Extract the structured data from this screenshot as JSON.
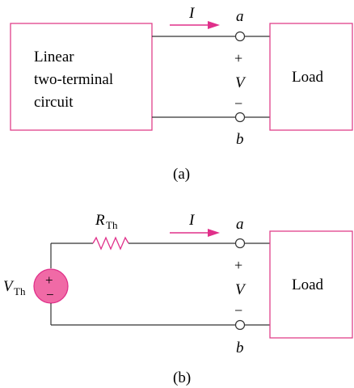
{
  "diagram_a": {
    "box_line1": "Linear",
    "box_line2": "two-terminal",
    "box_line3": "circuit",
    "load": "Load",
    "current": "I",
    "terminal_a": "a",
    "terminal_b": "b",
    "plus": "+",
    "voltage": "V",
    "minus": "−",
    "caption": "(a)"
  },
  "diagram_b": {
    "resistor_symbol": "R",
    "resistor_subscript": "Th",
    "source_symbol": "V",
    "source_subscript": "Th",
    "source_plus": "+",
    "source_minus": "−",
    "load": "Load",
    "current": "I",
    "terminal_a": "a",
    "terminal_b": "b",
    "plus": "+",
    "voltage": "V",
    "minus": "−",
    "caption": "(b)"
  },
  "colors": {
    "accent": "#e0308a",
    "source_fill": "#f06aa6",
    "wire": "#333333"
  }
}
